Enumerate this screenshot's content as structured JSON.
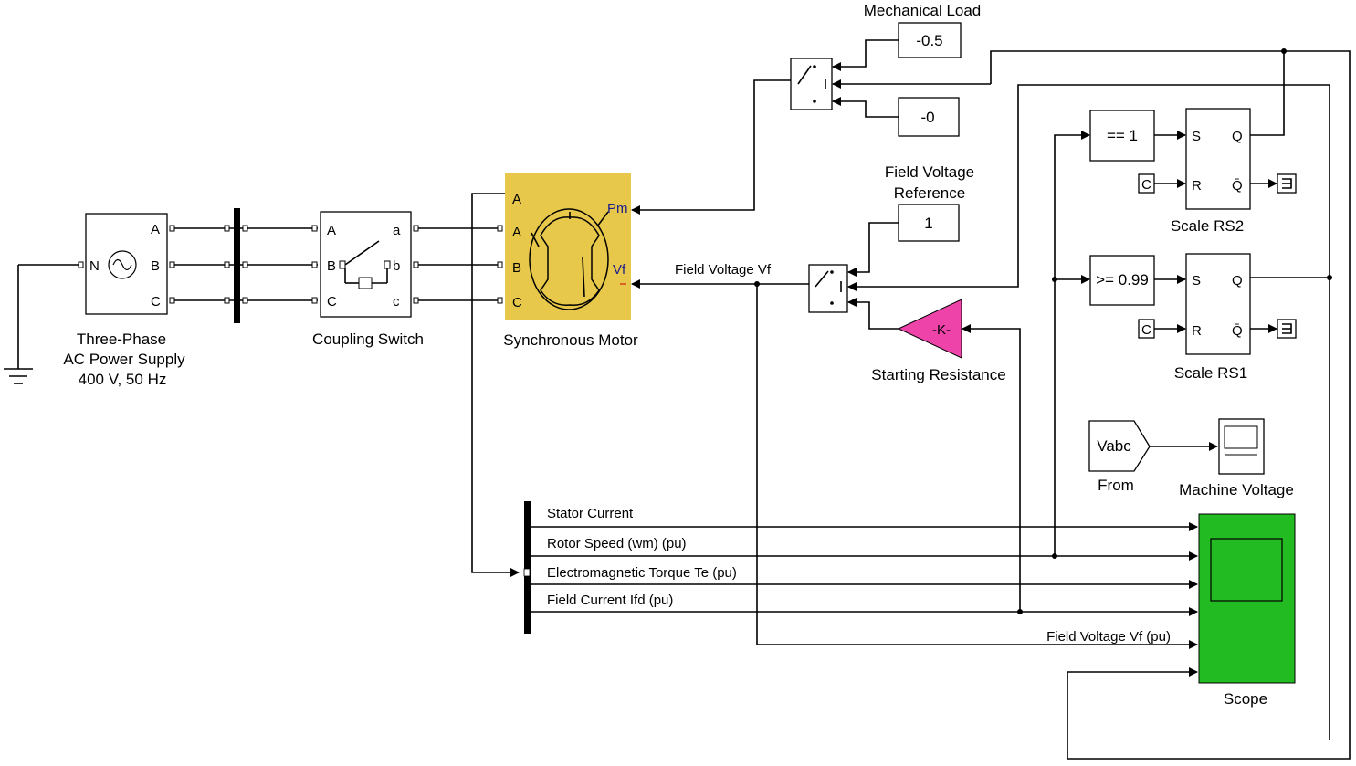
{
  "blocks": {
    "source": {
      "label_lines": [
        "Three-Phase",
        "AC Power Supply",
        "400 V, 50 Hz"
      ],
      "ports": [
        "N",
        "A",
        "B",
        "C"
      ]
    },
    "coupling": {
      "label": "Coupling Switch",
      "ports_in": [
        "A",
        "B",
        "C"
      ],
      "ports_out": [
        "a",
        "b",
        "c"
      ]
    },
    "motor": {
      "label": "Synchronous Motor",
      "ports_in": [
        "A",
        "B",
        "C"
      ],
      "port_m": "A",
      "pm": "Pm",
      "vf": "Vf",
      "color": "#e8c84a"
    },
    "mech_load": {
      "label": "Mechanical Load",
      "const1": "-0.5",
      "const2": "-0"
    },
    "field_ref": {
      "label_lines": [
        "Field Voltage",
        "Reference"
      ],
      "value": "1"
    },
    "gain": {
      "label": "Starting Resistance",
      "value": "-K-",
      "color": "#ee44aa"
    },
    "cmp1": {
      "value": "== 1"
    },
    "cmp2": {
      "value": ">= 0.99"
    },
    "rs2": {
      "label": "Scale RS2",
      "s": "S",
      "r": "R",
      "q": "Q",
      "qbar": "Q̄"
    },
    "rs1": {
      "label": "Scale RS1",
      "s": "S",
      "r": "R",
      "q": "Q",
      "qbar": "Q̄"
    },
    "from": {
      "label": "From",
      "tag": "Vabc"
    },
    "machine_voltage": {
      "label": "Machine Voltage"
    },
    "scope": {
      "label": "Scope",
      "color": "#22bb22"
    },
    "const_c": "C"
  },
  "signals": {
    "field_voltage": "Field Voltage Vf",
    "stator": "Stator Current",
    "rotor": "Rotor Speed (wm) (pu)",
    "torque": "Electromagnetic Torque Te (pu)",
    "field_current": "Field Current  Ifd (pu)",
    "field_voltage_pu": "Field Voltage Vf (pu)"
  }
}
